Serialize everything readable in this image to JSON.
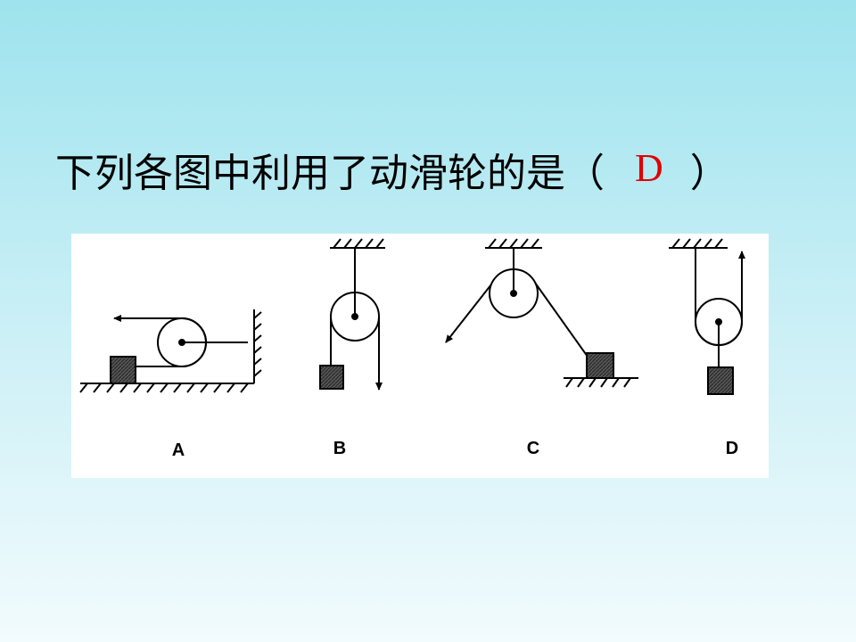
{
  "question": {
    "text": "下列各图中利用了动滑轮的是（",
    "answer": "D",
    "close": "）"
  },
  "figure": {
    "labels": [
      "A",
      "B",
      "C",
      "D"
    ]
  },
  "colors": {
    "answer": "#e00000",
    "background_top": "#9ee3ee",
    "background_bottom": "#f2fbfd"
  }
}
